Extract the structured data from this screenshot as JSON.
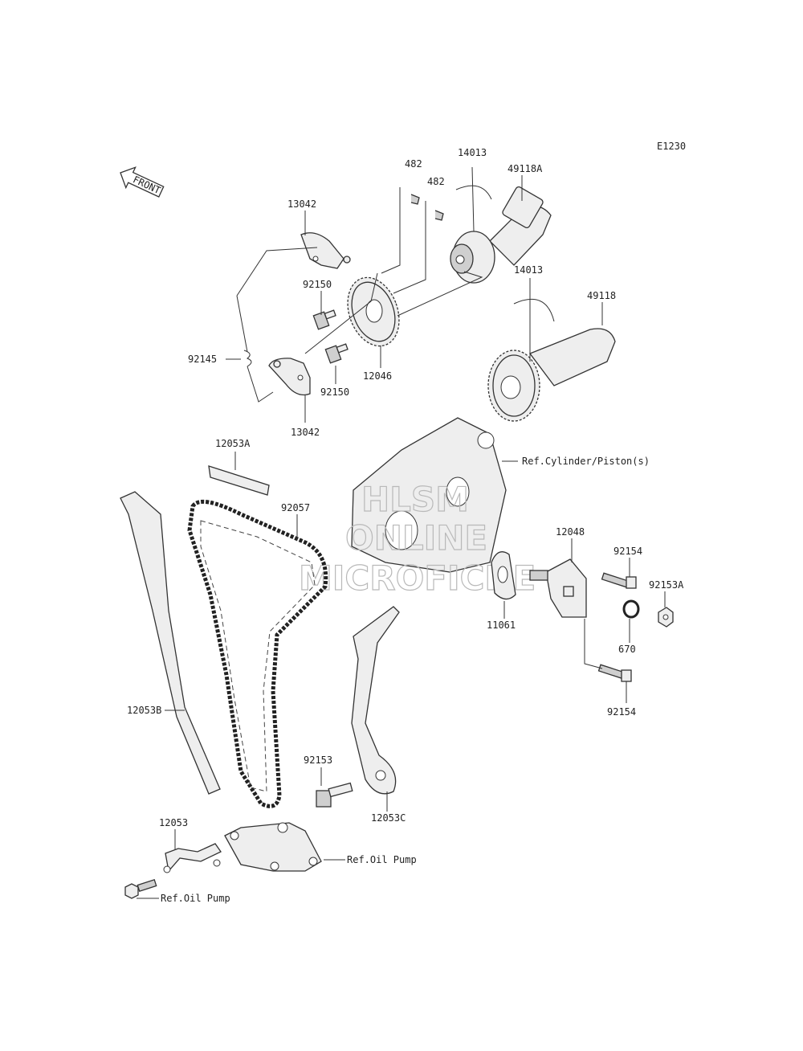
{
  "diagram_code": "E1230",
  "front_label": "FRONT",
  "watermark": [
    "HLSM",
    "ONLINE",
    "MICROFICHE"
  ],
  "labels": {
    "p13042_top": "13042",
    "p13042_bottom": "13042",
    "p92150_a": "92150",
    "p92150_b": "92150",
    "p92145": "92145",
    "p12046": "12046",
    "p482_a": "482",
    "p482_b": "482",
    "p14013_a": "14013",
    "p14013_b": "14013",
    "p49118A": "49118A",
    "p49118": "49118",
    "p12053A": "12053A",
    "p92057": "92057",
    "p12048": "12048",
    "p92154_a": "92154",
    "p92154_b": "92154",
    "p92153A": "92153A",
    "p670": "670",
    "p11061": "11061",
    "p12053B": "12053B",
    "p92153": "92153",
    "p12053C": "12053C",
    "p12053": "12053"
  },
  "refs": {
    "cylinder": "Ref.Cylinder/Piston(s)",
    "oil_pump_a": "Ref.Oil Pump",
    "oil_pump_b": "Ref.Oil Pump"
  }
}
